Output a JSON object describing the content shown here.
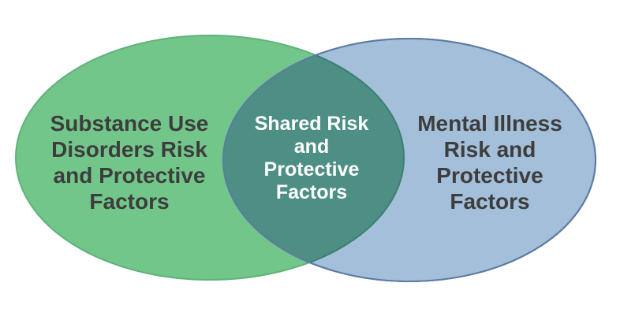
{
  "diagram": {
    "type": "venn",
    "background": "#ffffff",
    "left_circle": {
      "lines": [
        "Substance Use",
        "Disorders Risk",
        "and Protective",
        "Factors"
      ],
      "label": "Substance Use Disorders Risk and Protective Factors",
      "fill": "#72c68a",
      "border": "#5fb27a",
      "text_color": "#3d3d3d"
    },
    "right_circle": {
      "lines": [
        "Mental Illness",
        "Risk and",
        "Protective",
        "Factors"
      ],
      "label": "Mental Illness Risk and Protective Factors",
      "fill": "#a3bfd9",
      "border": "#5d7ba2",
      "text_color": "#3d3d3d"
    },
    "overlap": {
      "lines": [
        "Shared Risk",
        "and",
        "Protective",
        "Factors"
      ],
      "label": "Shared Risk and Protective Factors",
      "fill": "#4d8f84",
      "border": "#3f7d72",
      "text_color": "#ffffff"
    }
  }
}
